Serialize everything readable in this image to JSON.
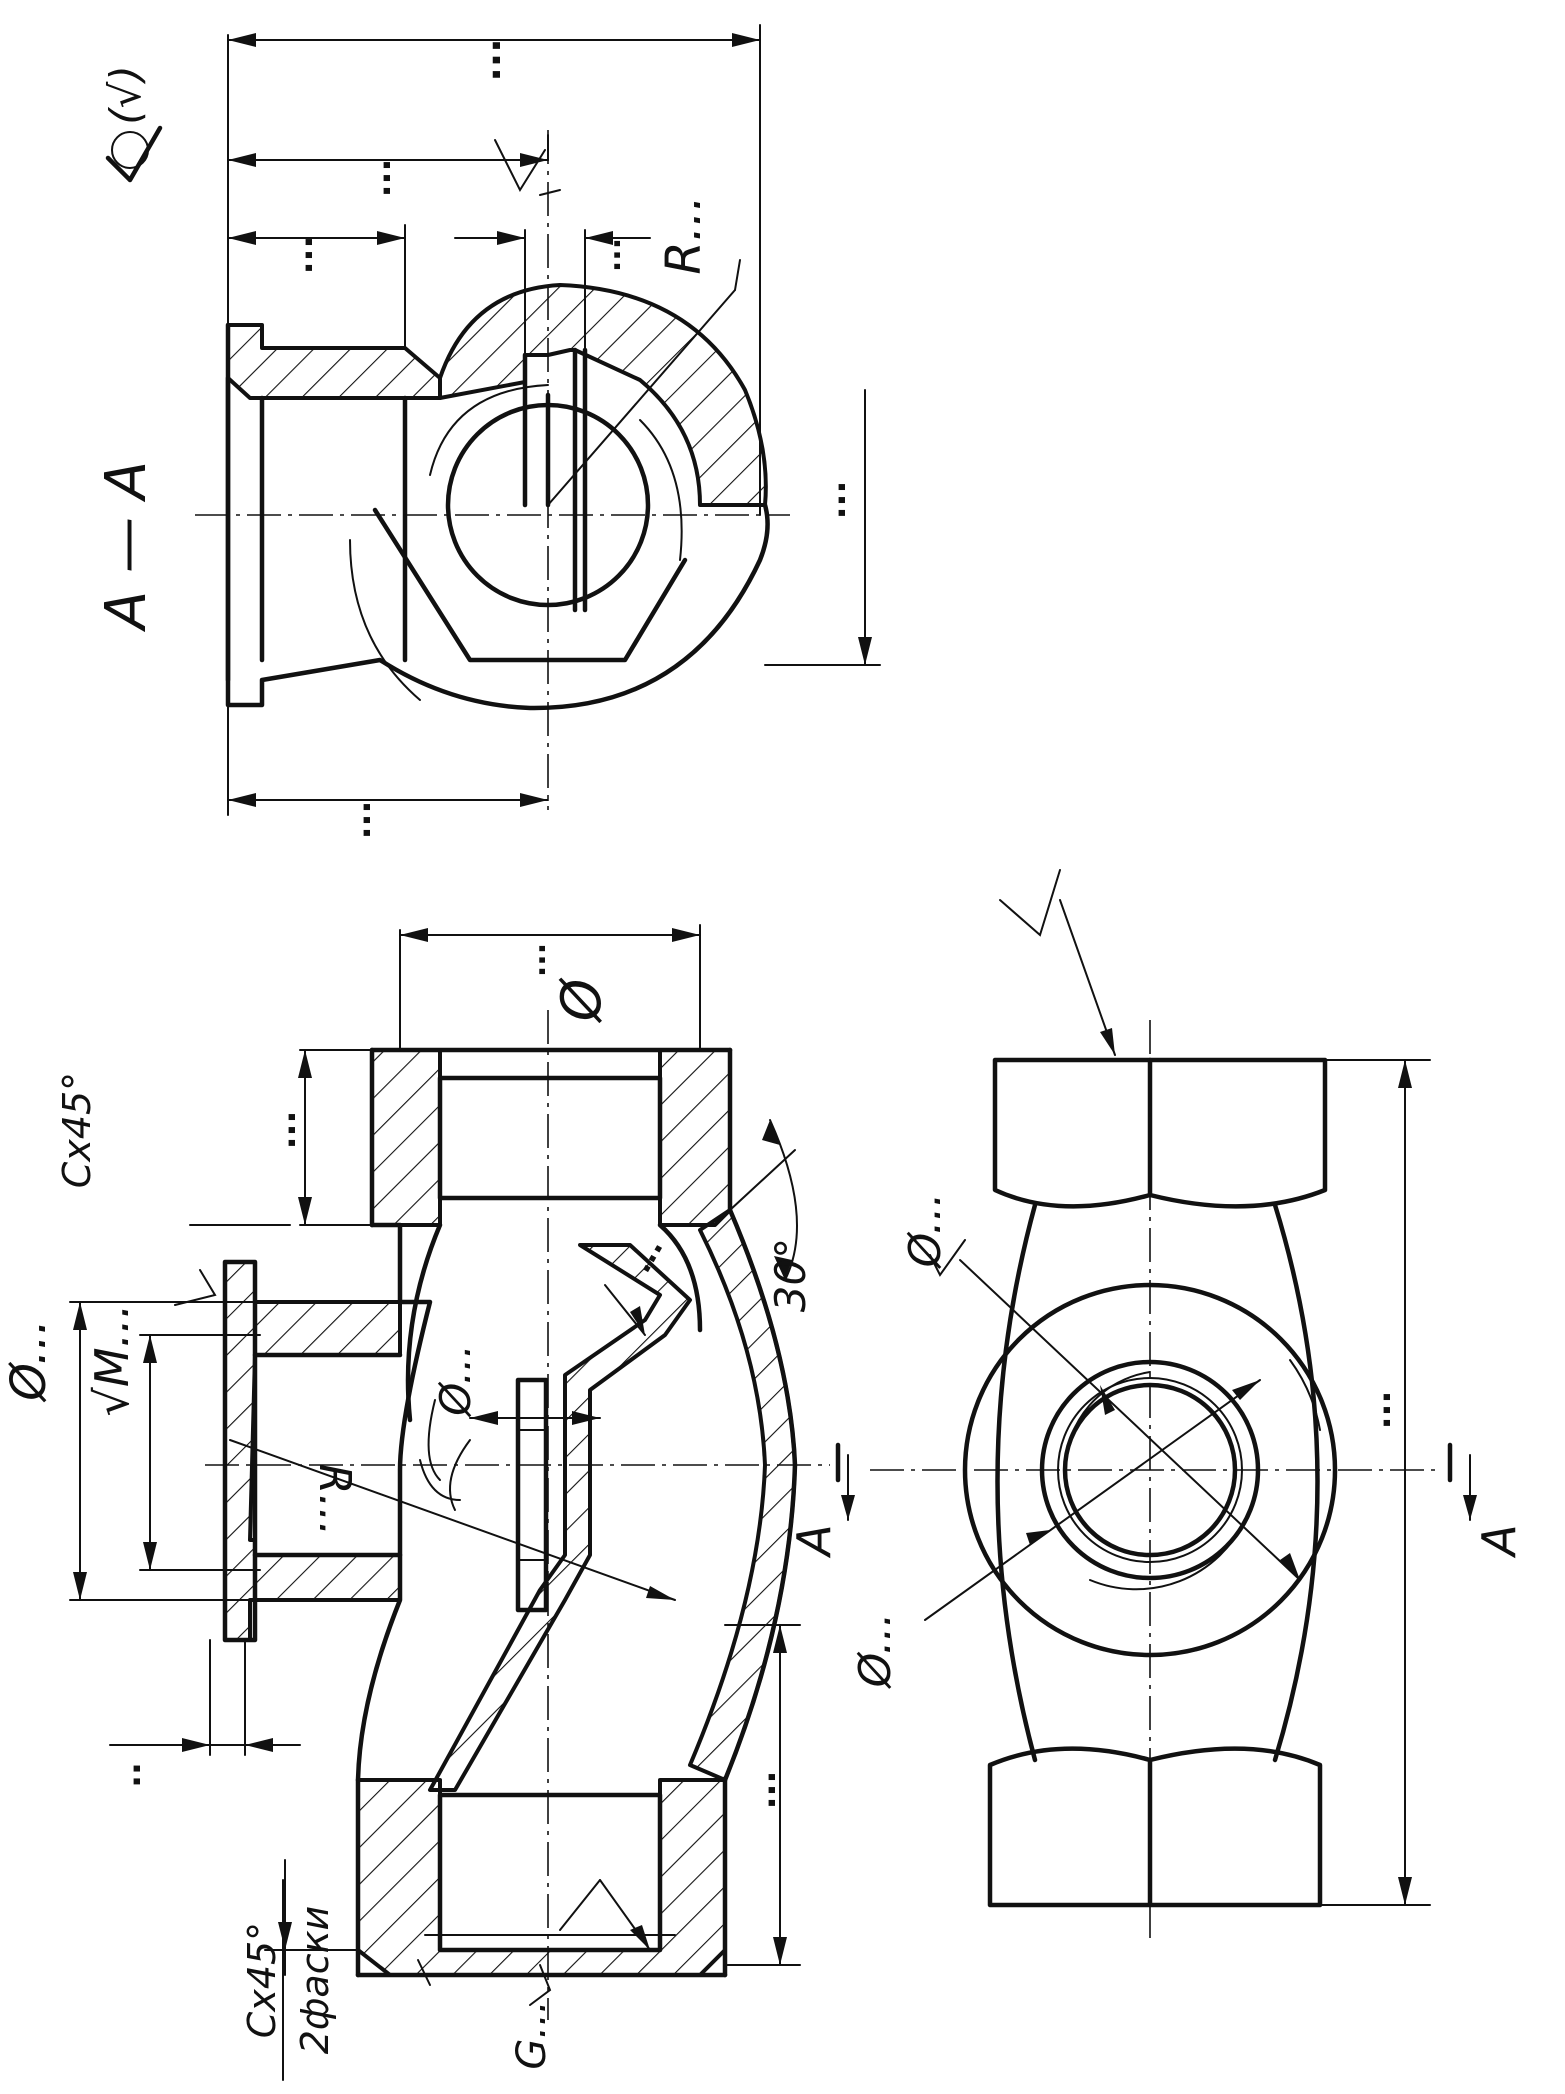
{
  "section": {
    "title": "A — A",
    "radius_label": "R...",
    "roughness_note": "(√)",
    "dims": [
      "...",
      "...",
      "...",
      "...",
      "...",
      "..."
    ]
  },
  "front": {
    "labels": {
      "chamfer_top": "Cx45°",
      "dia_flange": "Ø...",
      "thread_m": "√M...",
      "radius": "R...",
      "dia_inner": "Ø...",
      "dia_port": "Ø",
      "dia_port_dots": "...",
      "angle": "30°",
      "chamfer_bottom_top": "Cx45°",
      "chamfer_bottom_bottom": "2фаски",
      "thread_g": "G...",
      "dim_left_small": "..",
      "dim_right": "...",
      "dim_left": "...",
      "dim_web": "...",
      "section_mark_left": "A",
      "section_mark_right": "A"
    }
  },
  "top": {
    "labels": {
      "dia_top": "Ø...",
      "dia_bottom": "Ø...",
      "length": "..."
    }
  }
}
